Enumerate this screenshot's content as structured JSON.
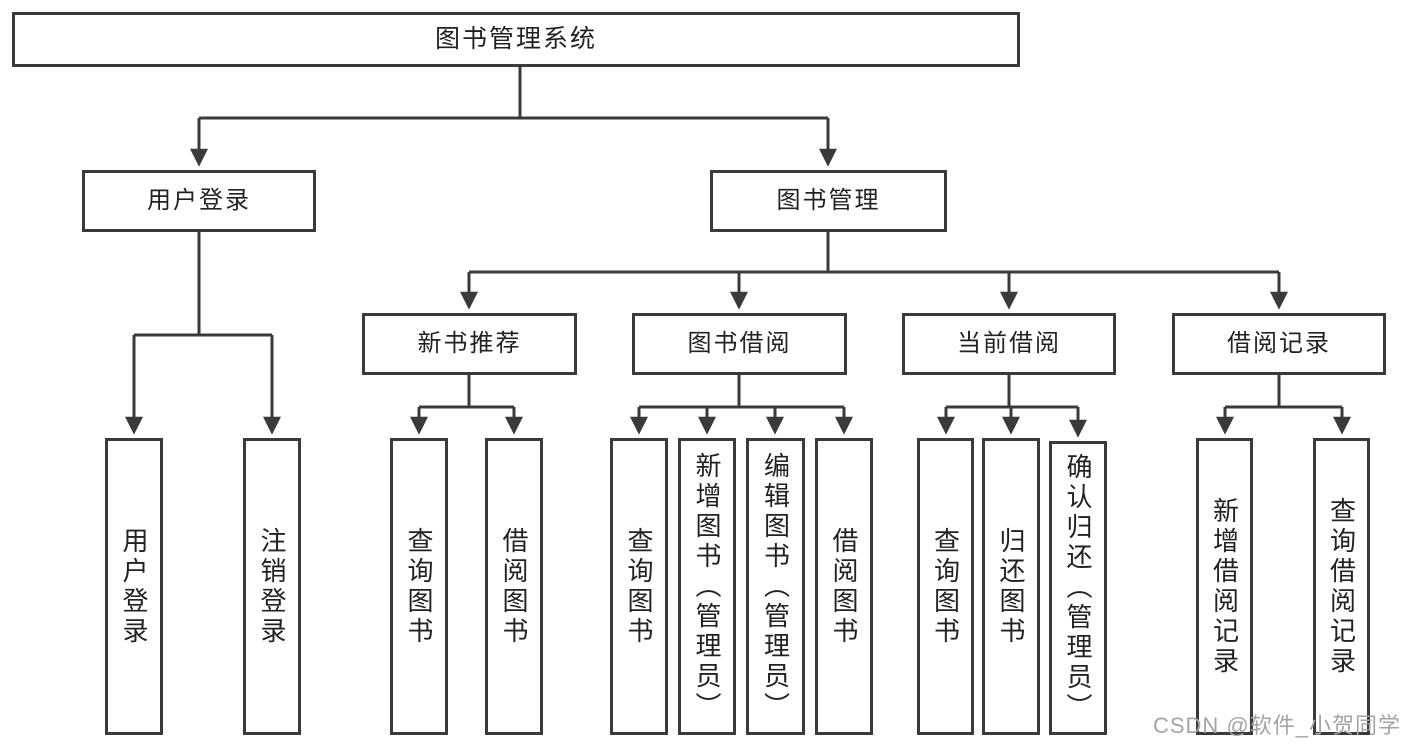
{
  "title": "图书管理系统",
  "watermark": {
    "text": "CSDN @软件_小贺同学"
  },
  "colors": {
    "line": "#3a3a3a",
    "box_border": "#3a3a3a",
    "box_fill": "#ffffff",
    "text": "#222222",
    "watermark": "#a3a3ab",
    "background": "#ffffff"
  },
  "tree": {
    "root": "图书管理系统",
    "branches": [
      {
        "label": "用户登录",
        "children": [
          "用户登录",
          "注销登录"
        ]
      },
      {
        "label": "图书管理",
        "groups": [
          {
            "label": "新书推荐",
            "children": [
              "查询图书",
              "借阅图书"
            ]
          },
          {
            "label": "图书借阅",
            "children": [
              "查询图书",
              "新增图书（管理员）",
              "编辑图书（管理员）",
              "借阅图书"
            ]
          },
          {
            "label": "当前借阅",
            "children": [
              "查询图书",
              "归还图书",
              "确认归还（管理员）"
            ]
          },
          {
            "label": "借阅记录",
            "children": [
              "新增借阅记录",
              "查询借阅记录"
            ]
          }
        ]
      }
    ]
  }
}
